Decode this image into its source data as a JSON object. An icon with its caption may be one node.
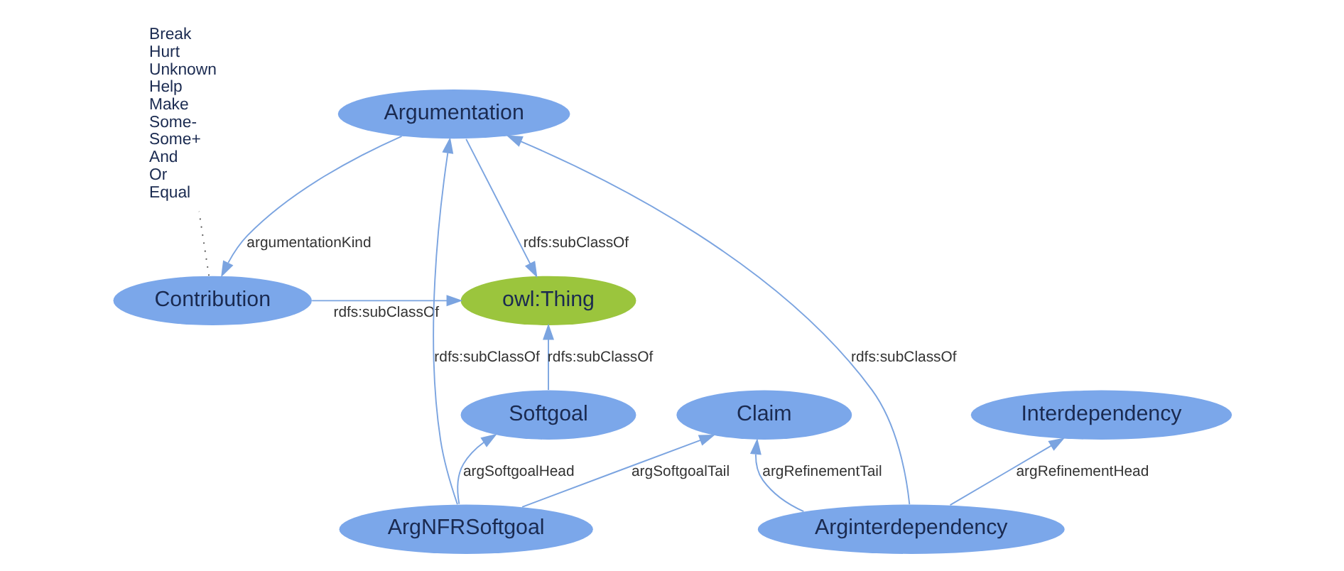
{
  "diagram": {
    "nodes": [
      {
        "text": [
          "owl:Thing"
        ]
      },
      {
        "text": [
          "Contribution"
        ]
      },
      {
        "text": [
          "Argumentation"
        ]
      },
      {
        "text": [
          "ArgNFRSoftgoal"
        ]
      },
      {
        "text": [
          "Arginterdependency"
        ]
      },
      {
        "text": [
          "Softgoal"
        ]
      },
      {
        "text": [
          "Claim"
        ]
      },
      {
        "text": [
          "Interdependency"
        ]
      },
      {
        "text": [
          "Break",
          "Hurt",
          "Unknown",
          "Help",
          "Make",
          "Some-",
          "Some+",
          "And",
          "Or",
          "Equal"
        ]
      }
    ],
    "edges": [
      {
        "from": 1,
        "to": 0,
        "arrow": "to",
        "label": "rdfs:subClassOf"
      },
      {
        "from": 2,
        "to": 0,
        "arrow": "to",
        "label": "rdfs:subClassOf"
      },
      {
        "from": 2,
        "to": 1,
        "arrow": "to",
        "label": "argumentationKind"
      },
      {
        "from": 3,
        "to": 2,
        "arrow": "to",
        "label": "rdfs:subClassOf"
      },
      {
        "from": 4,
        "to": 2,
        "arrow": "to",
        "label": "rdfs:subClassOf"
      },
      {
        "from": 5,
        "to": 0,
        "arrow": "to",
        "label": "rdfs:subClassOf"
      },
      {
        "from": 3,
        "to": 5,
        "arrow": "to",
        "label": "argSoftgoalHead"
      },
      {
        "from": 3,
        "to": 6,
        "arrow": "to",
        "label": "argSoftgoalTail"
      },
      {
        "from": 4,
        "to": 6,
        "arrow": "to",
        "label": "argRefinementTail"
      },
      {
        "from": 4,
        "to": 7,
        "arrow": "to",
        "label": "argRefinementHead"
      },
      {
        "from": 1,
        "to": 8,
        "arrow": "none",
        "style": "dashed",
        "color": "#555555"
      }
    ]
  }
}
